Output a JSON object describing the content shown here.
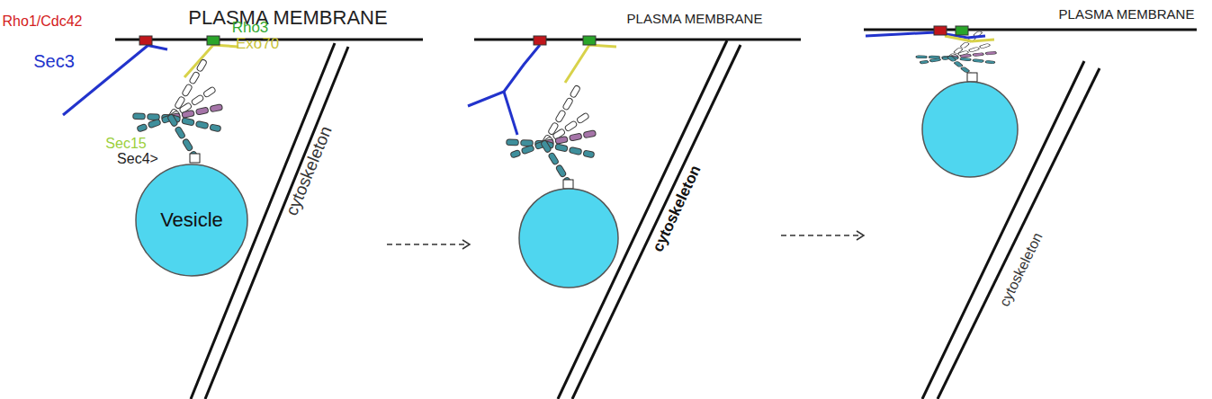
{
  "diagram": {
    "nodes": [
      {
        "text": [
          "Vesicle"
        ]
      }
    ],
    "labels": [
      "PLASMA MEMBRANE",
      "Rho1/Cdc42",
      "Sec3",
      "Rho3",
      "Exo70",
      "Sec15",
      "Sec4>",
      "cytoskeleton",
      "PLASMA MEMBRANE",
      "cytoskeleton",
      "PLASMA MEMBRANE",
      "cytoskeleton"
    ]
  }
}
